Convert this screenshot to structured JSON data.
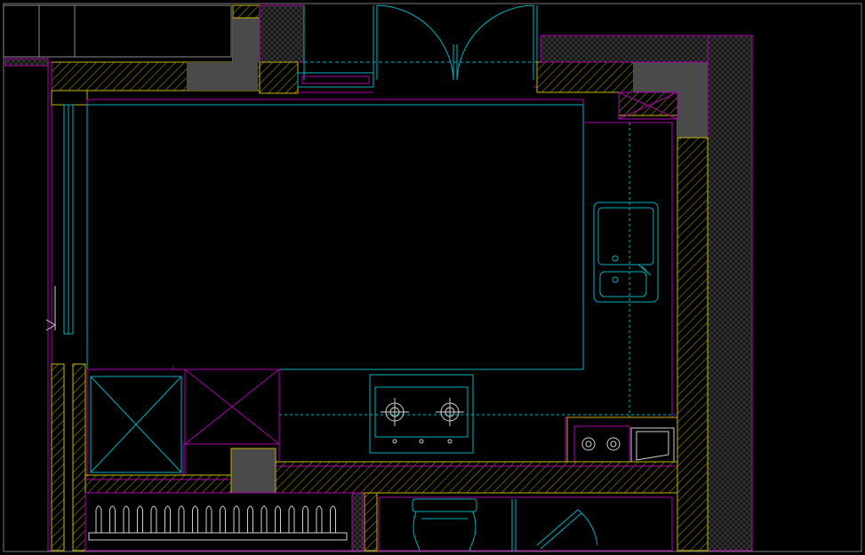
{
  "drawing": {
    "type": "cad-floor-plan",
    "subject": "kitchen layout",
    "background_color": "#000000",
    "colors": {
      "wall_outline": "#c8b400",
      "furniture_outline": "#b000b0",
      "fixture_outline": "#00b0c0",
      "solid_column": "#4a4a4a",
      "frame": "#8a8a8a"
    },
    "labels": []
  },
  "elements": {
    "column_icon": "solid-column",
    "sink_icon": "double-sink",
    "stove_icon": "gas-hob",
    "door_icon": "double-swing-door",
    "window_icon": "sliding-window",
    "cabinet_icon": "crossed-cabinet",
    "chair_icon": "chair",
    "rack_icon": "dish-rack"
  }
}
